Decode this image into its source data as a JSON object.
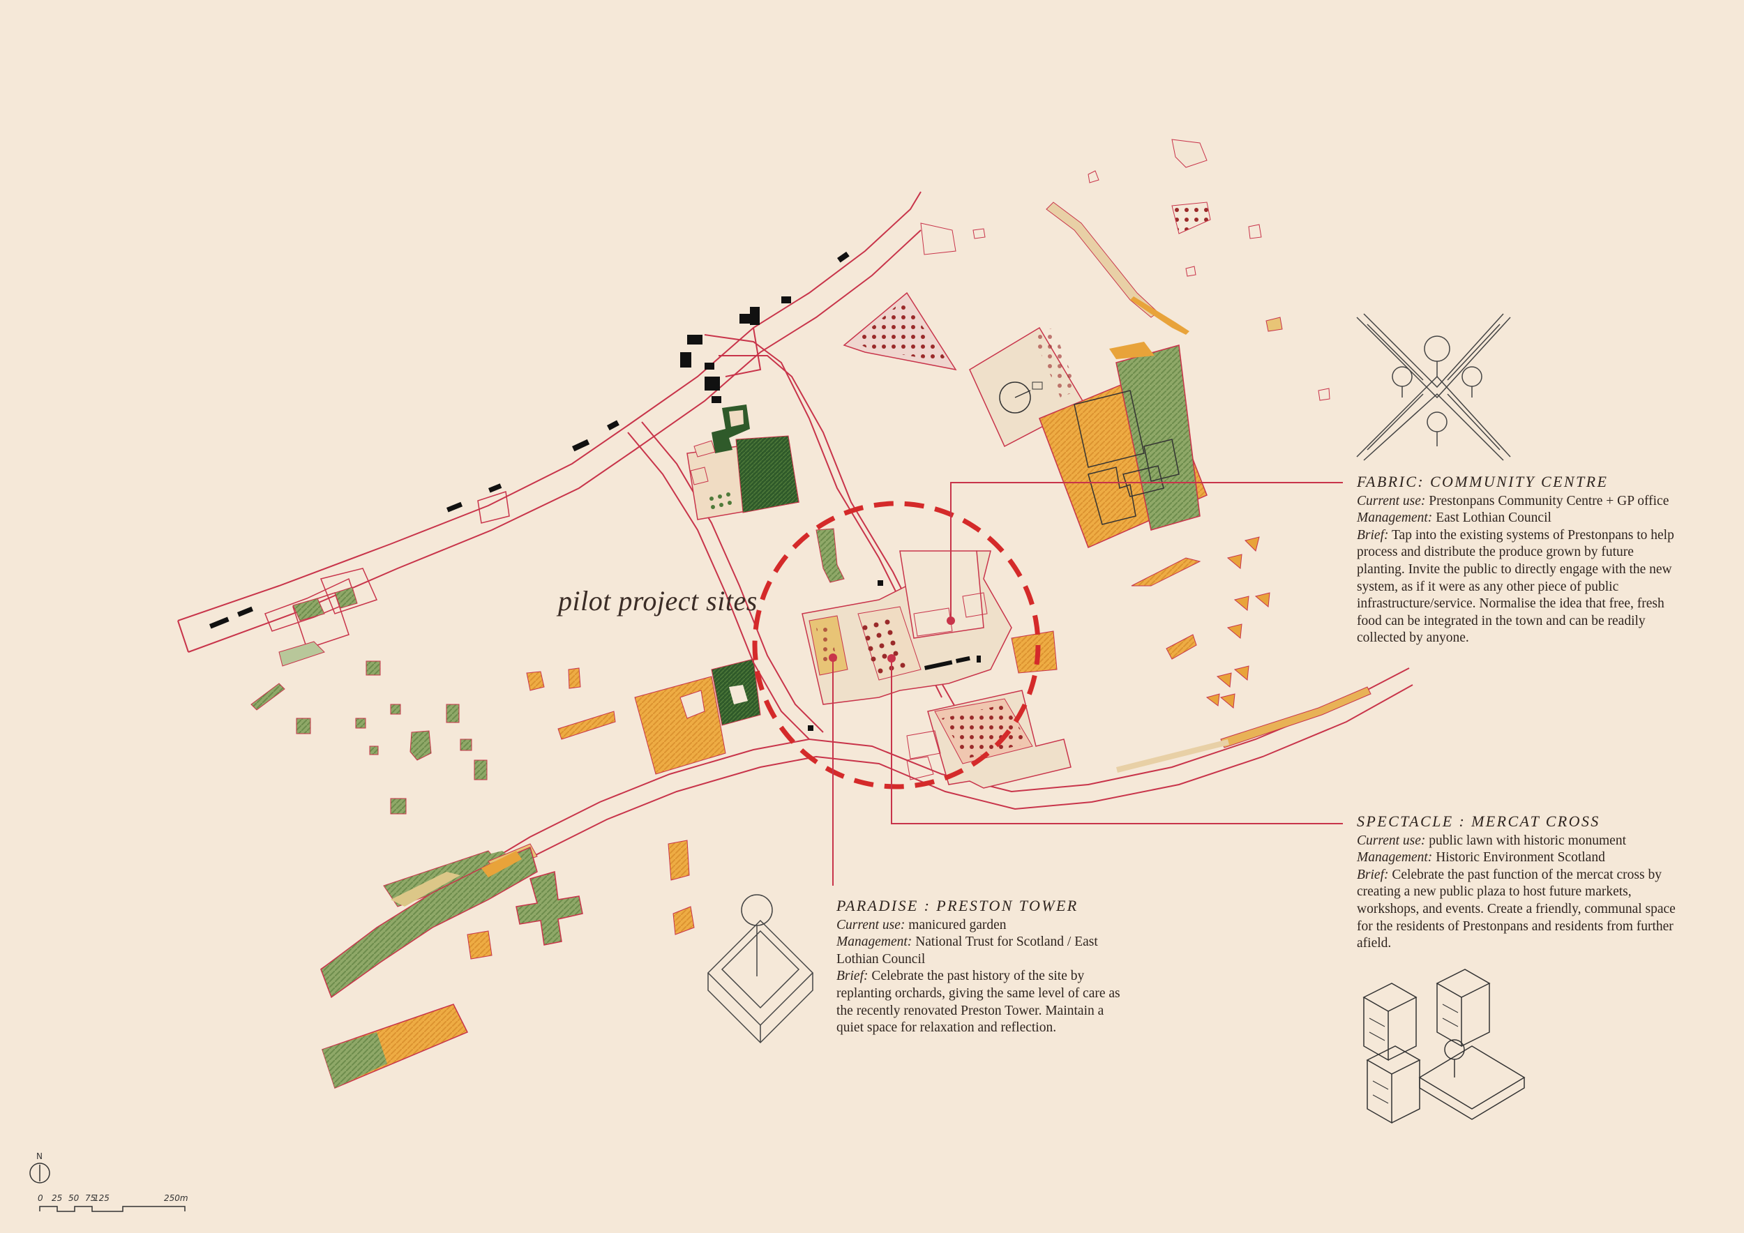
{
  "map": {
    "title": "pilot project sites",
    "north_label": "N",
    "scale_labels": [
      "0",
      "25",
      "50",
      "75",
      "125",
      "250m"
    ],
    "colors": {
      "background": "#f5e8d8",
      "road_outline": "#c8344a",
      "highlight_red": "#d42a2a",
      "field_orange": "#e8a33a",
      "field_green": "#8fa868",
      "dark_green": "#2f5a2a",
      "building_black": "#111111"
    }
  },
  "sites": {
    "fabric": {
      "heading": "FABRIC: COMMUNITY CENTRE",
      "current_use_label": "Current use:",
      "current_use": " Prestonpans Community Centre + GP office",
      "management_label": "Management:",
      "management": " East Lothian Council",
      "brief_label": "Brief:",
      "brief": " Tap into the existing systems of Prestonpans to help process and distribute the produce grown by future planting. Invite the public to directly engage with the new system, as if it were as any other piece of public infrastructure/service. Normalise the idea that free, fresh food can be integrated in the town and can be readily collected by anyone."
    },
    "spectacle": {
      "heading": "SPECTACLE : MERCAT CROSS",
      "current_use_label": "Current use:",
      "current_use": " public lawn with historic monument",
      "management_label": "Management:",
      "management": " Historic Environment Scotland",
      "brief_label": "Brief:",
      "brief": " Celebrate the past function of the mercat cross by creating a new public plaza to host future markets, workshops, and events. Create a friendly, communal space for the residents of Prestonpans and residents from further afield."
    },
    "paradise": {
      "heading": "PARADISE : PRESTON TOWER",
      "current_use_label": "Current use:",
      "current_use": "  manicured garden",
      "management_label": "Management:",
      "management": " National Trust for Scotland / East Lothian Council",
      "brief_label": "Brief:",
      "brief": " Celebrate the past history of the site by replanting orchards, giving the same level of care as the recently renovated Preston Tower. Maintain a quiet space for relaxation and reflection."
    }
  }
}
